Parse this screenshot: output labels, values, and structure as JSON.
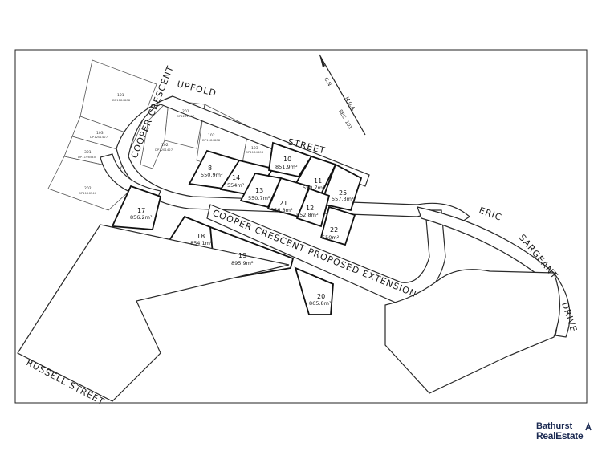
{
  "streets": {
    "upfold": "UPFOLD",
    "street": "STREET",
    "cooper_crescent": "COOPER CRESCENT",
    "cooper_extension": "COOPER CRESCENT PROPOSED EXTENSION",
    "eric": "ERIC",
    "sargeant": "SARGEANT",
    "drive": "DRIVE",
    "russell": "RUSSELL STREET"
  },
  "north_arrow": {
    "gn": "G.N.",
    "mga": "M.G.A.",
    "sec": "SEC. 101"
  },
  "lots": [
    {
      "number": "8",
      "area": "550.9m²"
    },
    {
      "number": "10",
      "area": "851.9m²"
    },
    {
      "number": "11",
      "area": "550.7m²"
    },
    {
      "number": "25",
      "area": "557.3m²"
    },
    {
      "number": "14",
      "area": "554m²"
    },
    {
      "number": "13",
      "area": "550.7m²"
    },
    {
      "number": "21",
      "area": "556.8m²"
    },
    {
      "number": "12",
      "area": "552.8m²"
    },
    {
      "number": "22",
      "area": "550m²"
    },
    {
      "number": "17",
      "area": "856.2m²"
    },
    {
      "number": "18",
      "area": "854.1m²"
    },
    {
      "number": "19",
      "area": "895.9m²"
    },
    {
      "number": "20",
      "area": "865.8m²"
    }
  ],
  "existing_lots": [
    {
      "number": "101",
      "ref": "DP1184808"
    },
    {
      "number": "103",
      "ref": "DP1201427"
    },
    {
      "number": "301",
      "ref": "DP1196540"
    },
    {
      "number": "202",
      "ref": "DP1196540"
    },
    {
      "number": "201",
      "ref": "DP1201427"
    },
    {
      "number": "102",
      "ref": "DP1201427"
    },
    {
      "number": "102",
      "ref": "DP1184808"
    },
    {
      "number": "103",
      "ref": "DP1184808"
    }
  ],
  "brand": {
    "line1": "Bathurst",
    "line2": "RealEstate",
    "color": "#1b2a52"
  }
}
